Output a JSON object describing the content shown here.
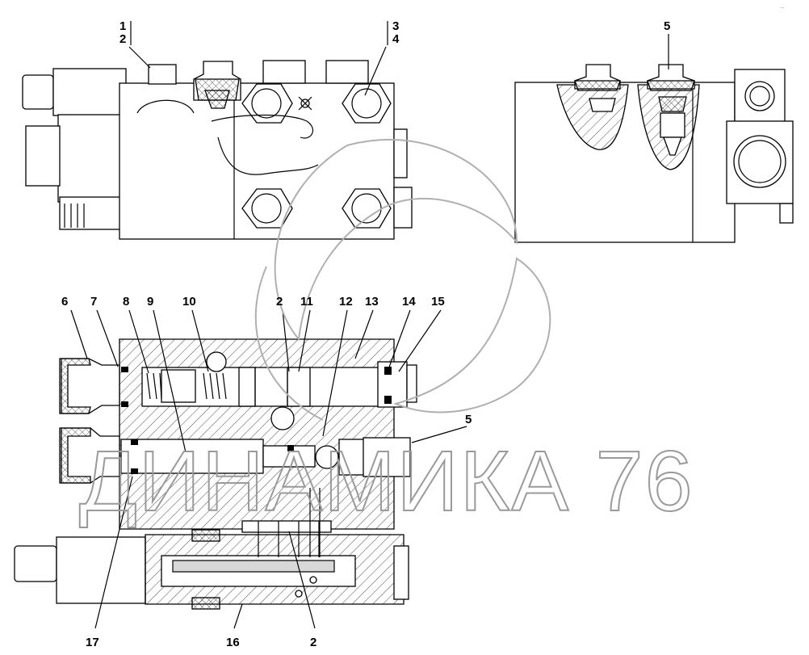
{
  "watermark": {
    "text": "ДИНАМИКА 76"
  },
  "corner_mark": "...",
  "callouts": {
    "top_left_1": "1",
    "top_left_2": "2",
    "top_left_3": "3",
    "top_left_4": "4",
    "top_right_5": "5",
    "s6": "6",
    "s7": "7",
    "s8": "8",
    "s9": "9",
    "s10": "10",
    "s2": "2",
    "s11": "11",
    "s12": "12",
    "s13": "13",
    "s14": "14",
    "s15": "15",
    "s5": "5",
    "b17": "17",
    "b16": "16",
    "b2": "2"
  }
}
